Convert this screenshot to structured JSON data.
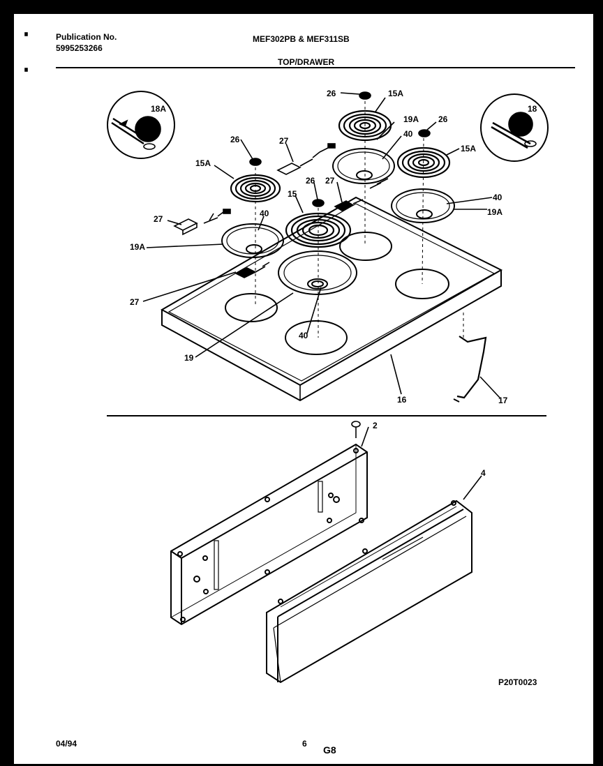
{
  "header": {
    "publication_label": "Publication No.",
    "publication_number": "5995253266",
    "models": "MEF302PB & MEF311SB",
    "section_title": "TOP/DRAWER"
  },
  "parts": {
    "p2": "2",
    "p4": "4",
    "p15": "15",
    "p15a": "15A",
    "p16": "16",
    "p17": "17",
    "p18": "18",
    "p18a": "18A",
    "p19": "19",
    "p19a": "19A",
    "p26": "26",
    "p27": "27",
    "p40": "40"
  },
  "footer": {
    "date": "04/94",
    "page_number": "6",
    "code": "G8",
    "drawing_id": "P20T0023"
  }
}
